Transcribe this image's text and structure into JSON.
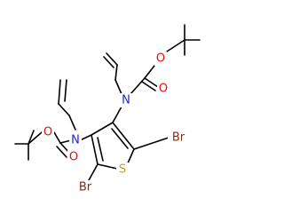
{
  "diagram": {
    "atoms": {
      "n_upper": "N",
      "n_lower": "N",
      "o_carbonyl_upper": "O",
      "o_ester_upper": "O",
      "o_carbonyl_lower": "O",
      "o_ester_lower": "O",
      "s_ring": "S",
      "br_right": "Br",
      "br_left": "Br"
    },
    "colors": {
      "bond": "#000000",
      "nitrogen": "#1f1fd1",
      "oxygen": "#e01010",
      "sulfur": "#c8a400",
      "bromine": "#8b2a0a"
    }
  }
}
